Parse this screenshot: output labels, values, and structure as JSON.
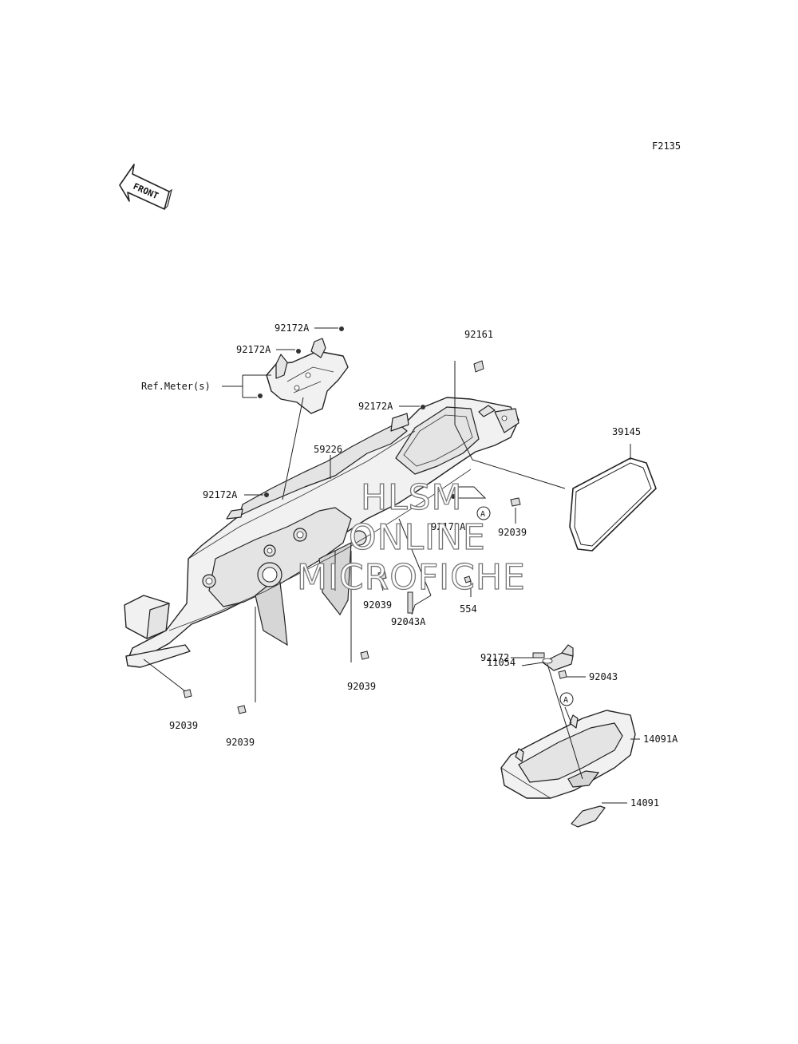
{
  "figure_code": "F2135",
  "front_label": "FRONT",
  "watermark": [
    "HLSM",
    "ONLINE",
    "MICROFICHE"
  ],
  "callout_marker": "A",
  "ref_label": "Ref.Meter(s)",
  "labels": {
    "p92172A_1": "92172A",
    "p92172A_2": "92172A",
    "p92172A_3": "92172A",
    "p92172A_4": "92172A",
    "p92172A_5": "92172A",
    "p92161": "92161",
    "p39145": "39145",
    "p59226": "59226",
    "p92039_1": "92039",
    "p92039_2": "92039",
    "p92039_3": "92039",
    "p92039_4": "92039",
    "p92039_5": "92039",
    "p554": "554",
    "p92043A": "92043A",
    "p92172": "92172",
    "p11054": "11054",
    "p92043": "92043",
    "p14091A": "14091A",
    "p14091": "14091"
  }
}
